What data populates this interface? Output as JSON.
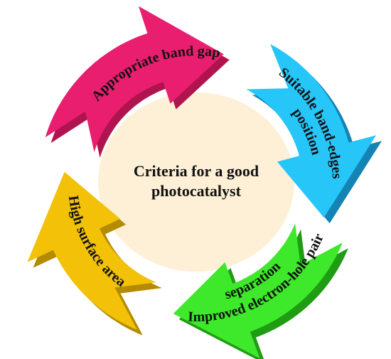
{
  "center": {
    "line1": "Criteria for a good",
    "line2": "photocatalyst",
    "fill_color": "#fdf0d6"
  },
  "segments": [
    {
      "id": "band-gap",
      "label": "Appropriate band gap",
      "color": "#e91e6f",
      "side_color": "#b0144f",
      "start_deg": 197,
      "end_deg": 282,
      "text_lines": [
        "Appropriate band gap"
      ]
    },
    {
      "id": "band-edges",
      "label_line1": "Suitable band-edges",
      "label_line2": "position",
      "color": "#26c6f9",
      "side_color": "#1583b3",
      "start_deg": 298,
      "end_deg": 375,
      "text_lines": [
        "Suitable band-edges",
        "position"
      ]
    },
    {
      "id": "charge-separation",
      "label_line1": "Improved electron-hole pair",
      "label_line2": "separation",
      "color": "#3ee82a",
      "side_color": "#1f9c13",
      "start_deg": 22,
      "end_deg": 100,
      "text_lines": [
        "Improved electron-hole pair",
        "separation"
      ]
    },
    {
      "id": "surface-area",
      "label": "High surface area",
      "color": "#f2c108",
      "side_color": "#b38a00",
      "start_deg": 112,
      "end_deg": 185,
      "text_lines": [
        "High surface area"
      ]
    }
  ]
}
